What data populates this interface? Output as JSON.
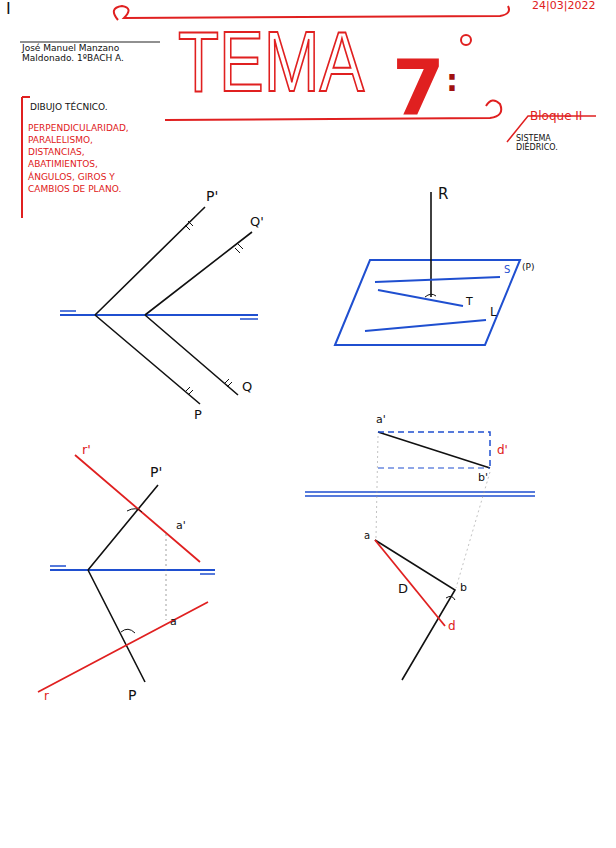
{
  "diagram": {
    "title": "TEMA",
    "labels": [
      "I",
      "24|03|2022",
      "José Manuel Manzano Maldonado. 1ºBACH A.",
      "7",
      ":",
      "DIBUJO TÉCNICO.",
      "PERPENDICULARIDAD, PARALELISMO, DISTANCIAS, ABATIMIENTOS, ÁNGULOS, GIROS Y CAMBIOS DE PLANO.",
      "Bloque II",
      "SISTEMA DIÉDRICO.",
      "P'",
      "Q'",
      "Q",
      "P",
      "R",
      "S",
      "(P)",
      "T",
      "L",
      "r'",
      "P'",
      "a'",
      "a",
      "r",
      "P",
      "a'",
      "b'",
      "d'",
      "a",
      "b",
      "D",
      "d"
    ]
  }
}
